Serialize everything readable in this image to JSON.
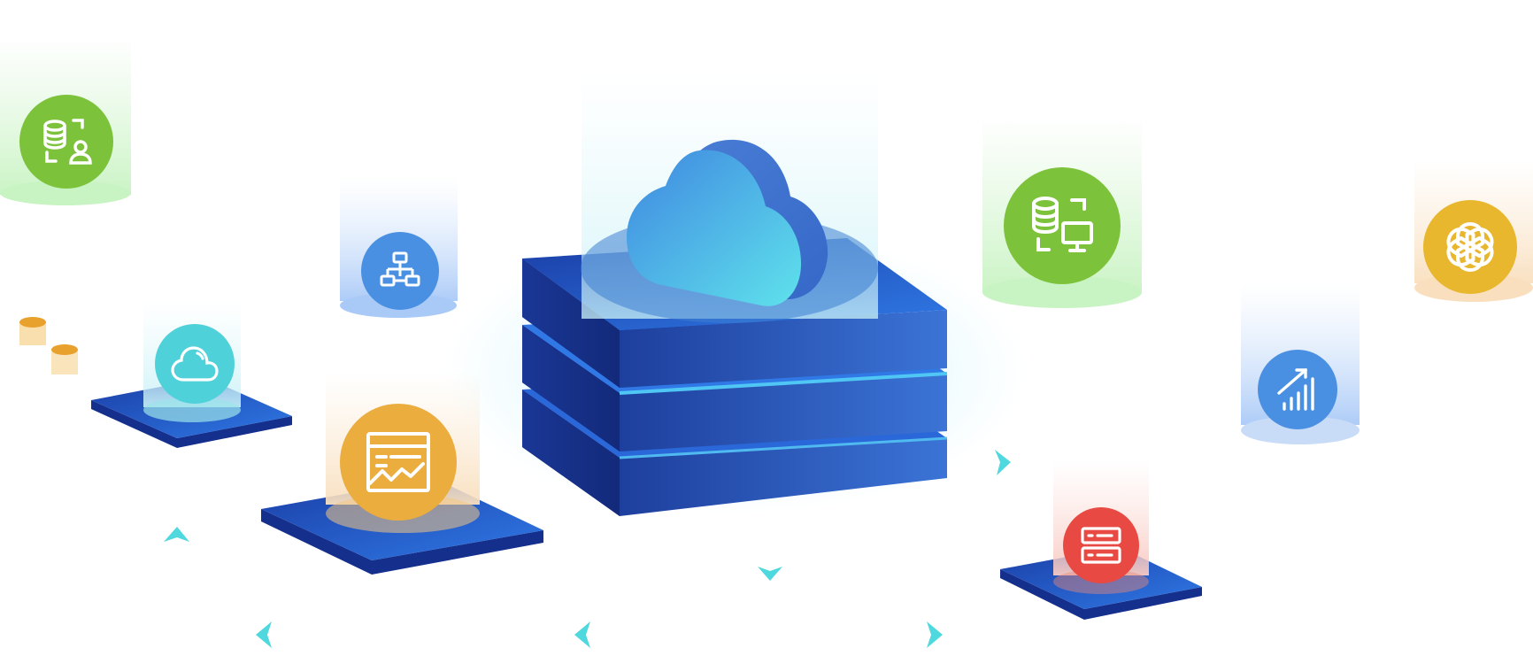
{
  "palette": {
    "green": "#7cc23a",
    "blue": "#4a90e2",
    "teal": "#4fd1d9",
    "orange": "#ebad3e",
    "red": "#e84a43",
    "mustard": "#e8b72e",
    "navy": "#1e3fa8",
    "accent_cyan": "#4fd8de"
  },
  "hero": {
    "icon": "cloud-icon"
  },
  "badges": [
    {
      "name": "database-user-badge",
      "icon": "database-user-icon",
      "color": "green"
    },
    {
      "name": "network-hierarchy-badge",
      "icon": "network-hierarchy-icon",
      "color": "blue"
    },
    {
      "name": "cloud-badge",
      "icon": "cloud-outline-icon",
      "color": "teal"
    },
    {
      "name": "chart-window-badge",
      "icon": "chart-window-icon",
      "color": "orange"
    },
    {
      "name": "database-computer-badge",
      "icon": "database-computer-icon",
      "color": "green"
    },
    {
      "name": "signal-growth-badge",
      "icon": "signal-growth-icon",
      "color": "blue"
    },
    {
      "name": "knot-badge",
      "icon": "knot-icon",
      "color": "mustard"
    },
    {
      "name": "server-badge",
      "icon": "server-icon",
      "color": "red"
    }
  ]
}
